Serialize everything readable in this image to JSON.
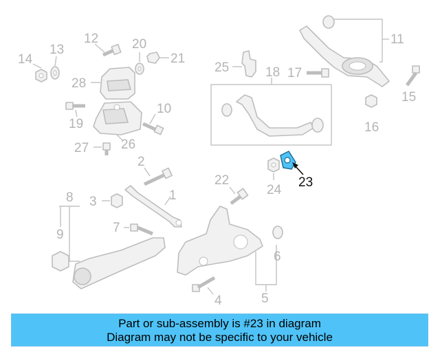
{
  "diagram": {
    "callouts": {
      "c1": "1",
      "c2": "2",
      "c3": "3",
      "c4": "4",
      "c5": "5",
      "c6": "6",
      "c7": "7",
      "c8": "8",
      "c9": "9",
      "c10": "10",
      "c11": "11",
      "c12": "12",
      "c13": "13",
      "c14": "14",
      "c15": "15",
      "c16": "16",
      "c17": "17",
      "c18": "18",
      "c19": "19",
      "c20": "20",
      "c21": "21",
      "c22": "22",
      "c23": "23",
      "c24": "24",
      "c25": "25",
      "c26": "26",
      "c27": "27",
      "c28": "28"
    },
    "highlighted_part": "23",
    "colors": {
      "highlight_fill": "#4fc3f7",
      "inactive_gray": "#b4b4b4",
      "banner_bg": "#4fc3f7"
    }
  },
  "banner": {
    "line1": "Part or sub-assembly is #23 in diagram",
    "line2": "Diagram may not be specific to your vehicle"
  }
}
